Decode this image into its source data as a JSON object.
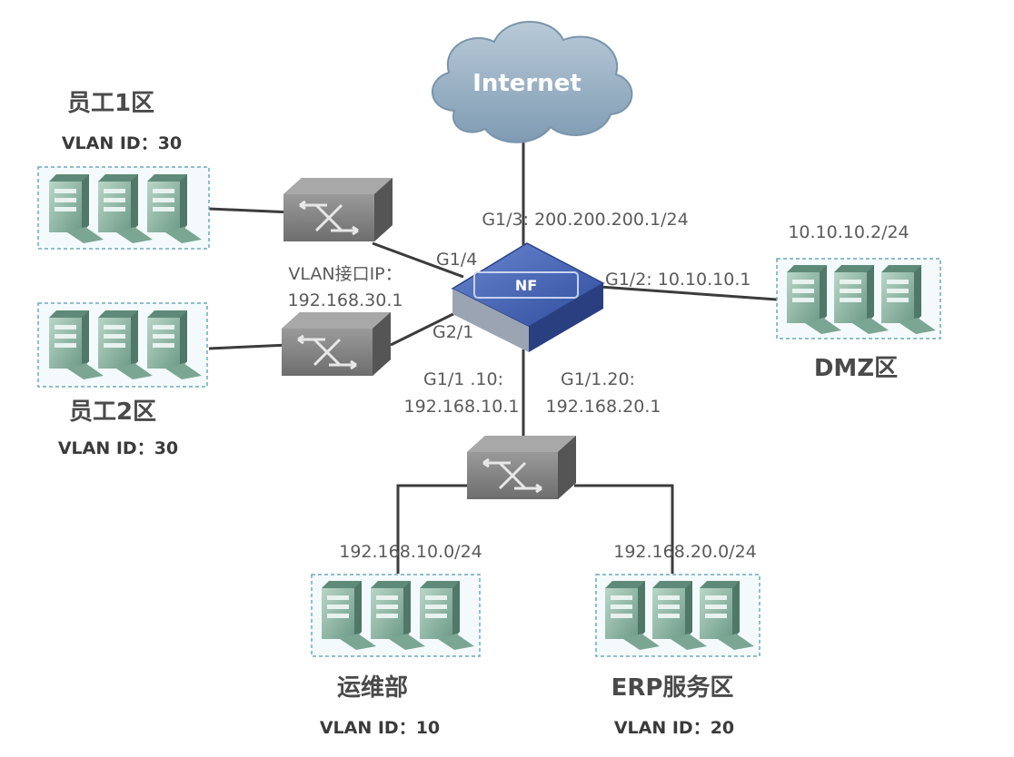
{
  "internet": {
    "label": "Internet"
  },
  "firewall": {
    "label": "NF"
  },
  "interfaces": {
    "g13": "G1/3: 200.200.200.1/24",
    "g14": "G1/4",
    "g21": "G2/1",
    "g12": "G1/2: 10.10.10.1",
    "vlan_if_line1": "VLAN接口IP：",
    "vlan_if_line2": "192.168.30.1",
    "g1_1_10_line1": "G1/1 .10:",
    "g1_1_10_line2": "192.168.10.1",
    "g1_1_20_line1": "G1/1.20:",
    "g1_1_20_line2": "192.168.20.1"
  },
  "zones": {
    "staff1": {
      "title": "员工1区",
      "vlan": "VLAN ID：30"
    },
    "staff2": {
      "title": "员工2区",
      "vlan": "VLAN ID：30"
    },
    "dmz": {
      "title": "DMZ区",
      "subnet": "10.10.10.2/24"
    },
    "ops": {
      "title": "运维部",
      "vlan": "VLAN ID：10",
      "subnet": "192.168.10.0/24"
    },
    "erp": {
      "title": "ERP服务区",
      "vlan": "VLAN ID：20",
      "subnet": "192.168.20.0/24"
    }
  },
  "colors": {
    "cloud": "#8aa4ba",
    "firewall": "#3d5aa8",
    "switch": "#7d7d7d",
    "server": "#8fb8a8",
    "zone_border": "#6aa9c0"
  },
  "icons": {
    "cloud": "cloud-icon",
    "firewall": "firewall-icon",
    "switch": "switch-icon",
    "server": "server-icon"
  }
}
